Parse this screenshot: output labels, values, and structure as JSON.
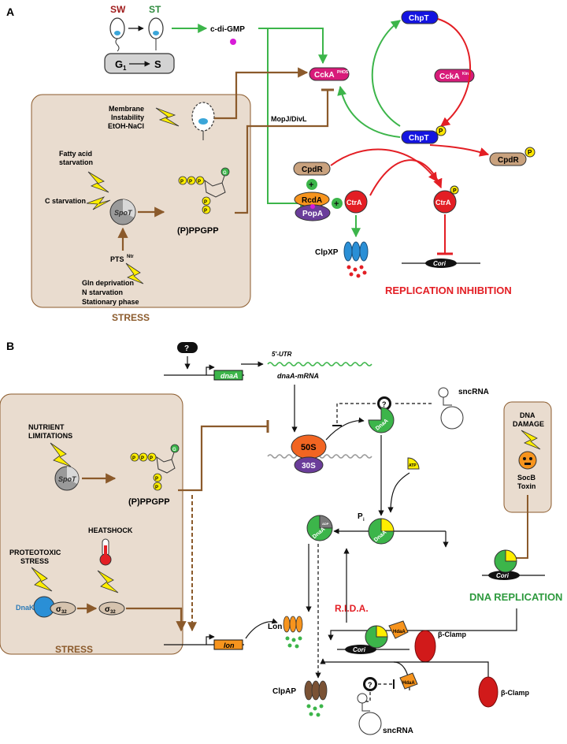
{
  "panelA": {
    "label": "A",
    "sw": "SW",
    "st": "ST",
    "g1": "G",
    "g1_sub": "1",
    "s": "S",
    "cdigmp": "c-di-GMP",
    "chpt_top": "ChpT",
    "chpt_mid": "ChpT",
    "ccka_phos": "CckA",
    "ccka_phos_sup": "PHOS",
    "ccka_kin": "CckA",
    "ccka_kin_sup": "Kin",
    "membrane1": "Membrane",
    "membrane2": "Instability",
    "membrane3": "EtOH-NaCl",
    "mopj": "MopJ/DivL",
    "fatty1": "Fatty acid",
    "fatty2": "starvation",
    "cstarv": "C starvation",
    "spot": "SpoT",
    "pts": "PTS",
    "pts_sup": "Ntr",
    "gln": "Gln deprivation",
    "nstarv": "N starvation",
    "stationary": "Stationary phase",
    "stress": "STRESS",
    "ppgpp": "(P)PPGPP",
    "cpdr_left": "CpdR",
    "cpdr_right": "CpdR",
    "rcda": "RcdA",
    "popa": "PopA",
    "ctra_left": "CtrA",
    "ctra_right": "CtrA",
    "clpxp": "ClpXP",
    "cori": "Cori",
    "repl_inhib": "REPLICATION INHIBITION",
    "p": "P",
    "g": "G",
    "plus": "+"
  },
  "panelB": {
    "label": "B",
    "q": "?",
    "dnaa_gene": "dnaA",
    "utr": "5'-UTR",
    "mrna": "dnaA-mRNA",
    "sncrna_top": "sncRNA",
    "dna_damage1": "DNA",
    "dna_damage2": "DAMAGE",
    "socb1": "SocB",
    "socb2": "Toxin",
    "nutrient1": "NUTRIENT",
    "nutrient2": "LIMITATIONS",
    "spot": "SpoT",
    "ppgpp": "(P)PPGPP",
    "heatshock": "HEATSHOCK",
    "proteo1": "PROTEOTOXIC",
    "proteo2": "STRESS",
    "dnak": "DnaK",
    "sigma": "σ",
    "sigma_sub": "32",
    "stress": "STRESS",
    "lon_gene": "lon",
    "lon": "Lon",
    "clpap": "ClpAP",
    "s50": "50S",
    "s30": "30S",
    "dnaa": "DnaA",
    "atp": "ATP",
    "adp": "ADP",
    "pi": "P",
    "pi_sub": "i",
    "rida": "R.I.D.A.",
    "cori": "Cori",
    "hdaa": "HdaA",
    "bclamp": "β-Clamp",
    "dna_replication": "DNA REPLICATION",
    "sncrna_bottom": "sncRNA",
    "p": "P",
    "g": "G"
  },
  "colors": {
    "green": "#3cb54a",
    "red": "#e31e24",
    "brown": "#8b5a2b",
    "stressbox": "#e9dccf",
    "blue": "#1414e0",
    "magenta": "#d81b7a",
    "orange": "#f7941d",
    "purple": "#6a3d9a"
  }
}
